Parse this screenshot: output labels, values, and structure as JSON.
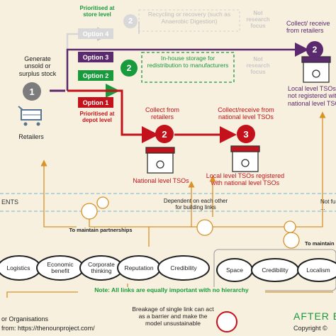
{
  "labels": {
    "prioritised_store": "Prioritised at store level",
    "recycling": "Recycling or recovery (such as Anaerobic Digestion)",
    "not_focus_top": "Not research focus",
    "collect_right": "Collect/ receive from retailers",
    "generate": "Generate unsold or surplus stock",
    "inhouse": "In-house storage for redistribution to manufacturers",
    "not_focus_mid": "Not research focus",
    "retailers": "Retailers",
    "prioritised_depot": "Prioritised at depot level",
    "collect_retailers": "Collect from retailers",
    "collect_national": "Collect/receive from national level TSOs",
    "local_not_registered": "Local level TSOs not registered with national level TSOs",
    "national_tsos": "National level TSOs",
    "local_registered": "Local level TSOs registered with national level TSOs",
    "ents": "ENTS",
    "dependent": "Dependent on each other for building links",
    "not_fu": "Not fu... to ...",
    "maintain_partnerships": "To maintain partnerships",
    "to_maintain_right": "To maintain",
    "note": "Note: All links are equally important with no hierarchy",
    "breakage": "Breakage of single link can act as a barrier and make the model unsustainable",
    "for_organisations": "or Organisations",
    "icons_from": "from: https://thenounproject.com/",
    "after": "AFTER EV",
    "copyright": "Copyright ©"
  },
  "options": [
    "Option 4",
    "Option 3",
    "Option 2",
    "Option 1"
  ],
  "steps": [
    "1",
    "2",
    "2",
    "2",
    "3",
    "2"
  ],
  "chain_left": [
    "Logistics",
    "Economic benefit",
    "Corporate thinking",
    "Reputation",
    "Credibility"
  ],
  "chain_right": [
    "Space",
    "Credibility",
    "Localism"
  ],
  "colors": {
    "purple": "#5b2a6e",
    "green": "#199a3c",
    "red": "#c3121b",
    "grey": "#7c7c7c",
    "orange": "#d89228",
    "blue": "#2f6fb4",
    "teal": "#2f9a8a",
    "background": "#f7f0df"
  }
}
